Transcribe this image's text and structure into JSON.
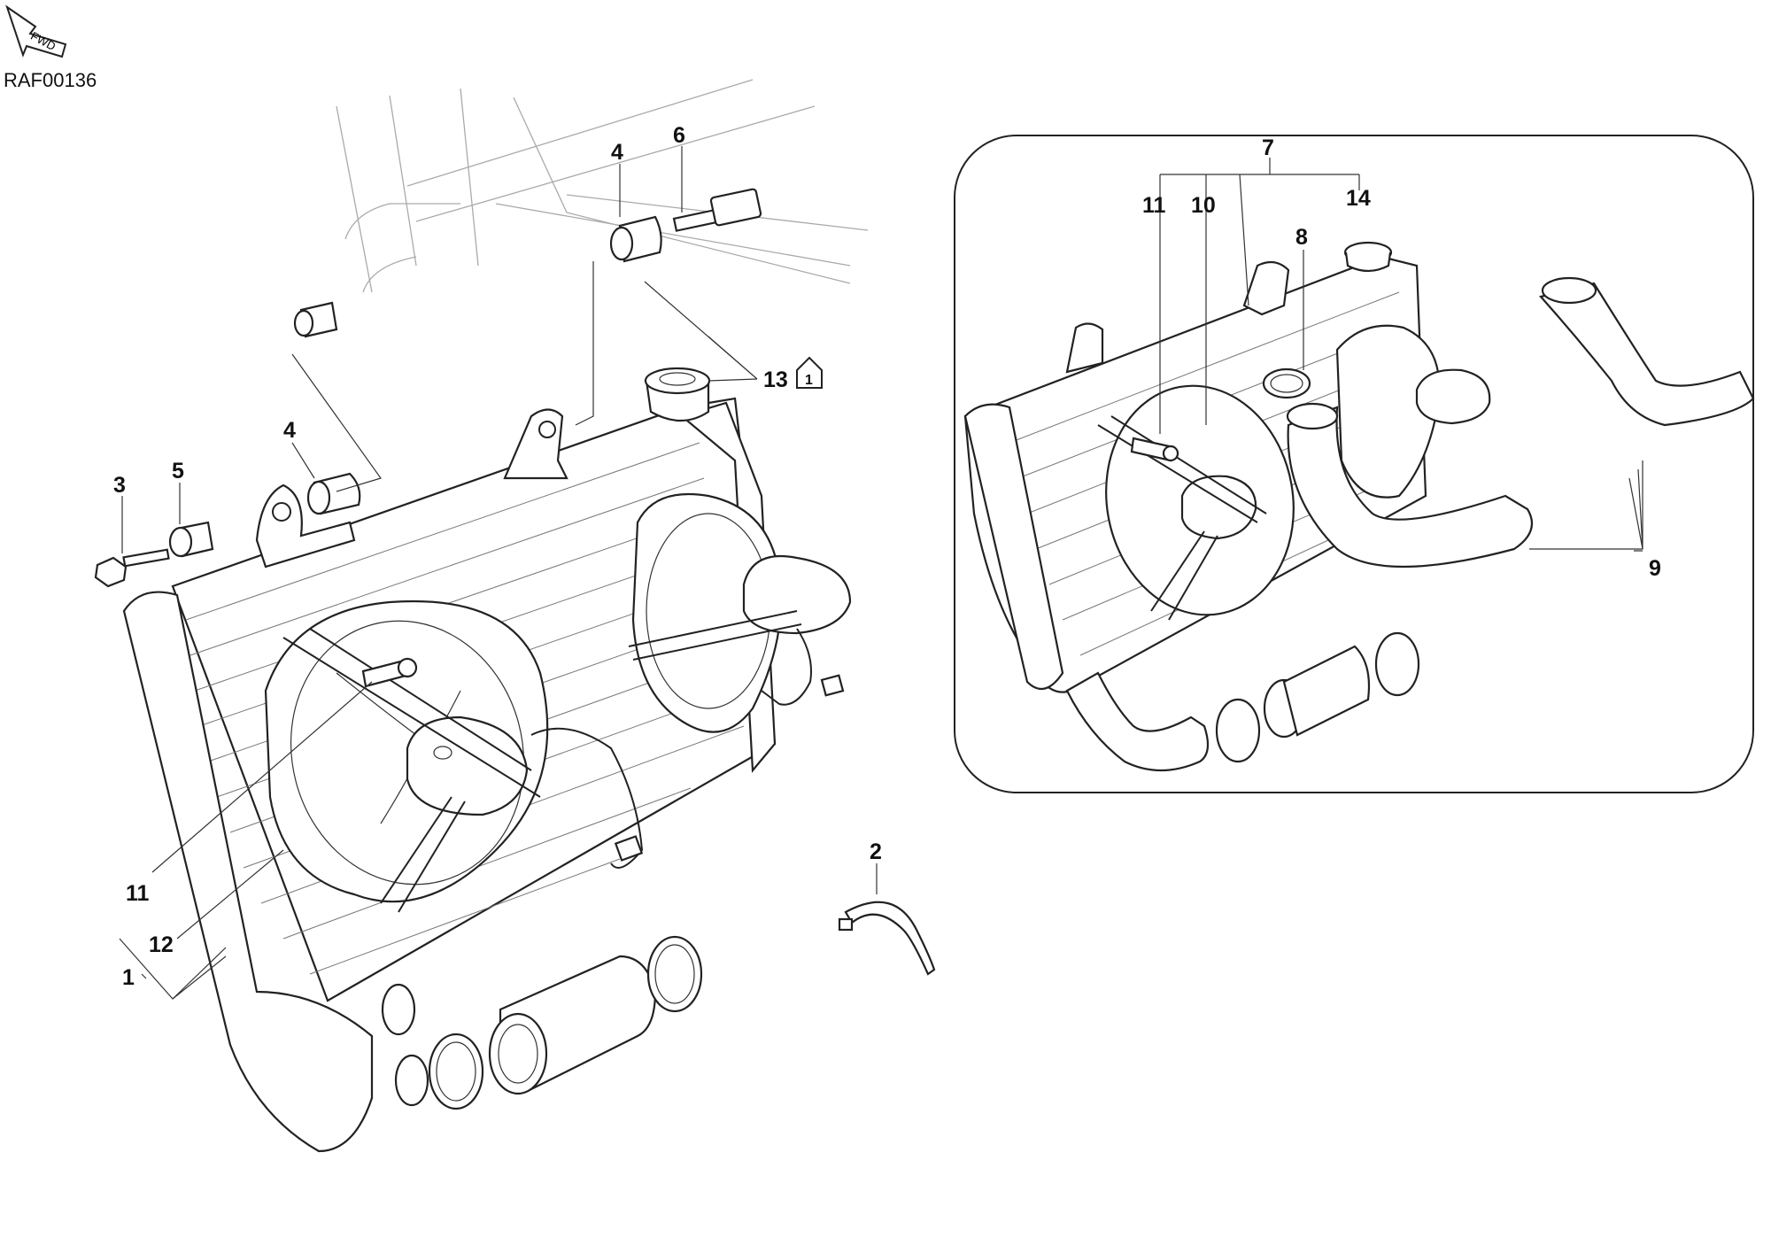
{
  "drawing_code": "RAF00136",
  "fwd_badge": "FWD",
  "callouts": {
    "c1": "1",
    "c2": "2",
    "c3": "3",
    "c4a": "4",
    "c4b": "4",
    "c5": "5",
    "c6": "6",
    "c7": "7",
    "c8": "8",
    "c9": "9",
    "c10": "10",
    "c11a": "11",
    "c11b": "11",
    "c12": "12",
    "c13": "13",
    "c13_note": "1",
    "c14": "14"
  },
  "colors": {
    "line": "#222222",
    "background": "#ffffff"
  }
}
